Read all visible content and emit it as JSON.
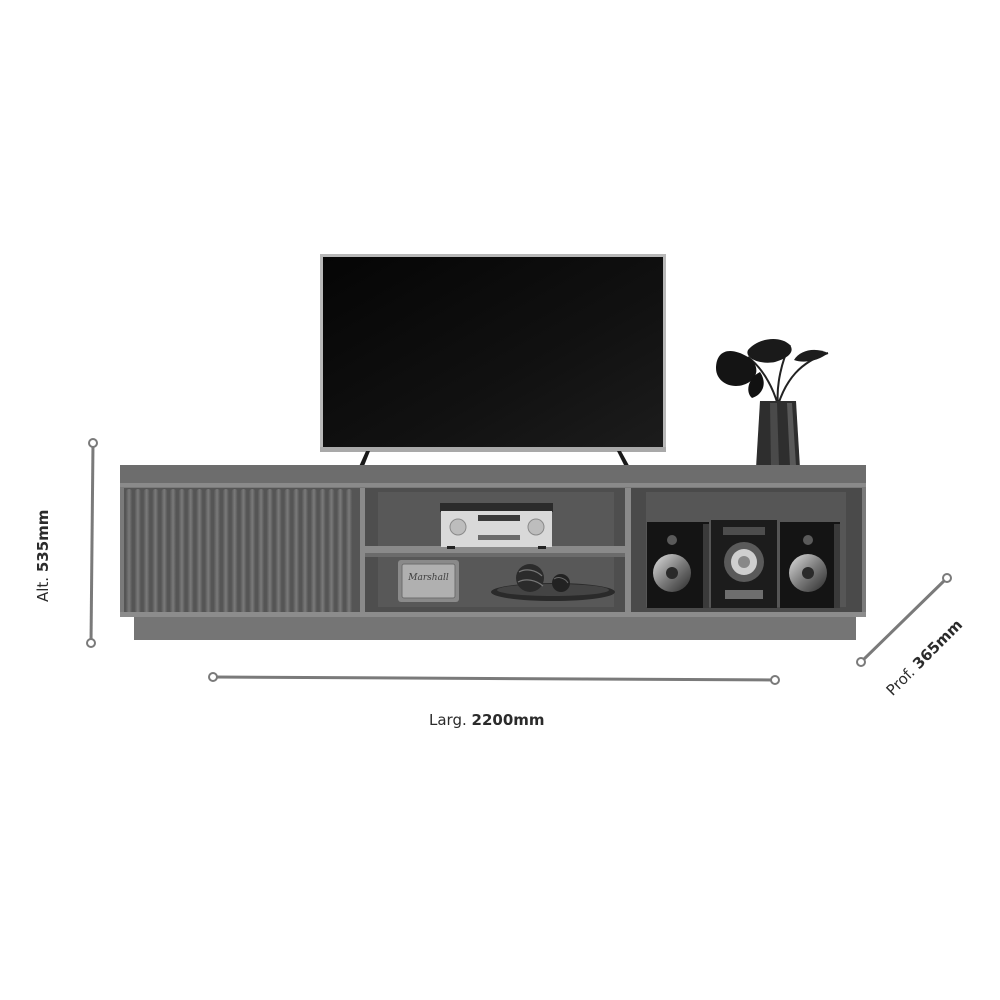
{
  "dimensions": {
    "width": {
      "prefix": "Larg.",
      "value": "2200mm"
    },
    "height": {
      "prefix": "Alt.",
      "value": "535mm"
    },
    "depth": {
      "prefix": "Prof.",
      "value": "365mm"
    }
  },
  "speaker_brand": "Marshall",
  "colors": {
    "background": "#ffffff",
    "cabinet": "#6c6c6c",
    "cabinet_dark": "#4a4a4a",
    "tv_frame": "#b8b8b8",
    "tv_screen": "#0b0b0b",
    "dimension_line": "#7a7a7a"
  }
}
